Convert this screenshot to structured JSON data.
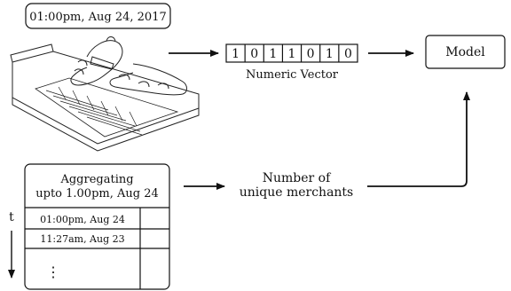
{
  "timestamp_box": {
    "label": "01:00pm, Aug 24, 2017"
  },
  "numeric_vector": {
    "digits": [
      "1",
      "0",
      "1",
      "1",
      "0",
      "1",
      "0"
    ],
    "caption": "Numeric  Vector"
  },
  "model_box": {
    "label": "Model"
  },
  "aggregation_box": {
    "header_line1": "Aggregating",
    "header_line2": "upto 1.00pm, Aug 24",
    "rows": [
      "01:00pm, Aug 24",
      "11:27am, Aug 23"
    ],
    "ellipsis": "⋮"
  },
  "feature_label": {
    "line1": "Number of",
    "line2": "unique merchants"
  },
  "time_axis": {
    "label": "t"
  }
}
